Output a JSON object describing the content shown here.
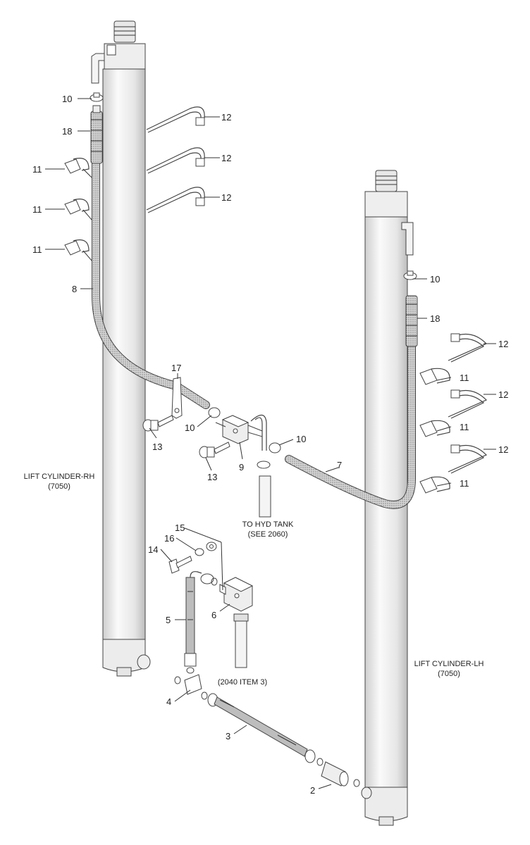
{
  "callouts": {
    "c2": "2",
    "c3": "3",
    "c4": "4",
    "c5": "5",
    "c6": "6",
    "c7": "7",
    "c8": "8",
    "c9": "9",
    "c10": "10",
    "c11": "11",
    "c12": "12",
    "c13": "13",
    "c14": "14",
    "c15": "15",
    "c16": "16",
    "c17": "17",
    "c18": "18"
  },
  "captions": {
    "rh_line1": "LIFT CYLINDER-RH",
    "rh_line2": "(7050)",
    "lh_line1": "LIFT CYLINDER-LH",
    "lh_line2": "(7050)",
    "tank_line1": "TO HYD TANK",
    "tank_line2": "(SEE 2060)",
    "ref_2040": "(2040 ITEM 3)"
  },
  "colors": {
    "hose_fill": "#bdbdbd",
    "cylinder_fill": "#f0f0f0",
    "outline": "#444444"
  }
}
